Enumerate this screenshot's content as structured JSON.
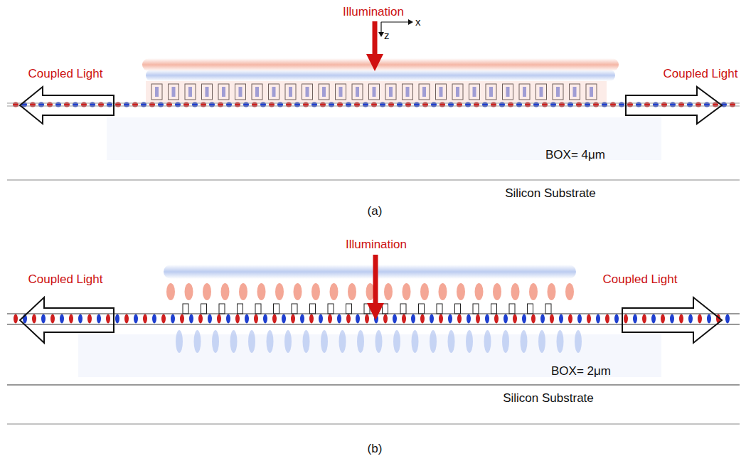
{
  "diagram": {
    "labels": [
      "Illumination",
      "x",
      "z",
      "Coupled Light",
      "Coupled Light",
      "BOX= 4μm",
      "Silicon Substrate",
      "(a)",
      "Illumination",
      "Coupled Light",
      "Coupled Light",
      "BOX= 2μm",
      "Silicon Substrate",
      "(b)"
    ]
  }
}
